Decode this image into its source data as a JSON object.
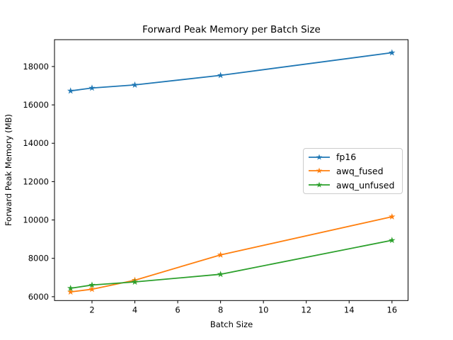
{
  "figure": {
    "background": "#ffffff",
    "frame_color": "#000000"
  },
  "chart_data": {
    "type": "line",
    "title": "Forward Peak Memory per Batch Size",
    "xlabel": "Batch Size",
    "ylabel": "Forward Peak Memory (MB)",
    "x": [
      1,
      2,
      4,
      8,
      16
    ],
    "series": [
      {
        "name": "fp16",
        "color": "#1f77b4",
        "values": [
          16730,
          16880,
          17040,
          17540,
          18720
        ]
      },
      {
        "name": "awq_fused",
        "color": "#ff7f0e",
        "values": [
          6250,
          6390,
          6860,
          8180,
          10170
        ]
      },
      {
        "name": "awq_unfused",
        "color": "#2ca02c",
        "values": [
          6440,
          6610,
          6770,
          7170,
          8940
        ]
      }
    ],
    "xticks": [
      2,
      4,
      6,
      8,
      10,
      12,
      14,
      16
    ],
    "yticks": [
      6000,
      8000,
      10000,
      12000,
      14000,
      16000,
      18000
    ],
    "xlim": [
      0.25,
      16.75
    ],
    "ylim": [
      5800,
      19400
    ],
    "grid": false,
    "marker": "star",
    "legend_position": "center-right"
  }
}
